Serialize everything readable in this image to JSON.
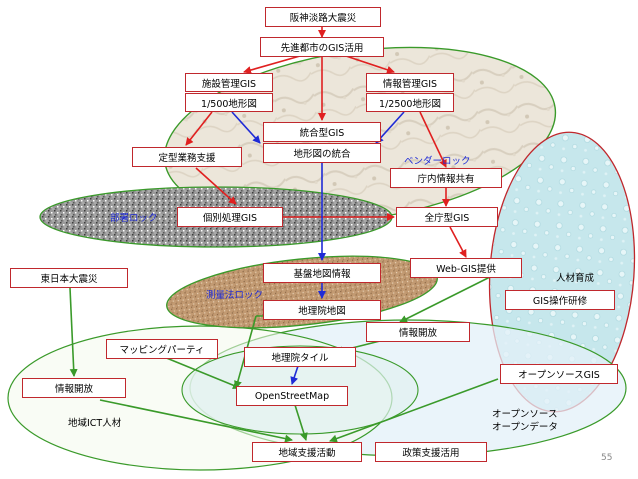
{
  "boxes": {
    "hanshin": "阪神淡路大震災",
    "senshin": "先進都市のGIS活用",
    "shisetsu": "施設管理GIS",
    "scale500": "1/500地形図",
    "joho_kanri": "情報管理GIS",
    "scale2500": "1/2500地形図",
    "togo": "統合型GIS",
    "chikei_togo": "地形図の統合",
    "teikei": "定型業務支援",
    "chonai": "庁内情報共有",
    "kobetsu": "個別処理GIS",
    "zencho": "全庁型GIS",
    "higashi": "東日本大震災",
    "kiban": "基盤地図情報",
    "webgis": "Web-GIS提供",
    "chiriin_chizu": "地理院地図",
    "gis_kenshu": "GIS操作研修",
    "joho_kaiho_top": "情報開放",
    "mapping": "マッピングパーティ",
    "chiriin_tile": "地理院タイル",
    "opensource_gis": "オープンソースGIS",
    "joho_kaiho_left": "情報開放",
    "osm": "OpenStreetMap",
    "chiiki_shien": "地域支援活動",
    "seisaku": "政策支援活用"
  },
  "labels": {
    "vendor_lock": "ベンダーロック",
    "busho_lock": "部署ロック",
    "sokuryo_lock": "測量法ロック",
    "jinzai": "人材育成",
    "chiiki_ict": "地域ICT人材",
    "opensource": "オープンソース",
    "opendata": "オープンデータ"
  },
  "page_number": "55",
  "colors": {
    "box_border": "#c0282d",
    "red_arrow": "#e02020",
    "blue_arrow": "#1f2bd6",
    "green_arrow": "#3a9a2a"
  }
}
